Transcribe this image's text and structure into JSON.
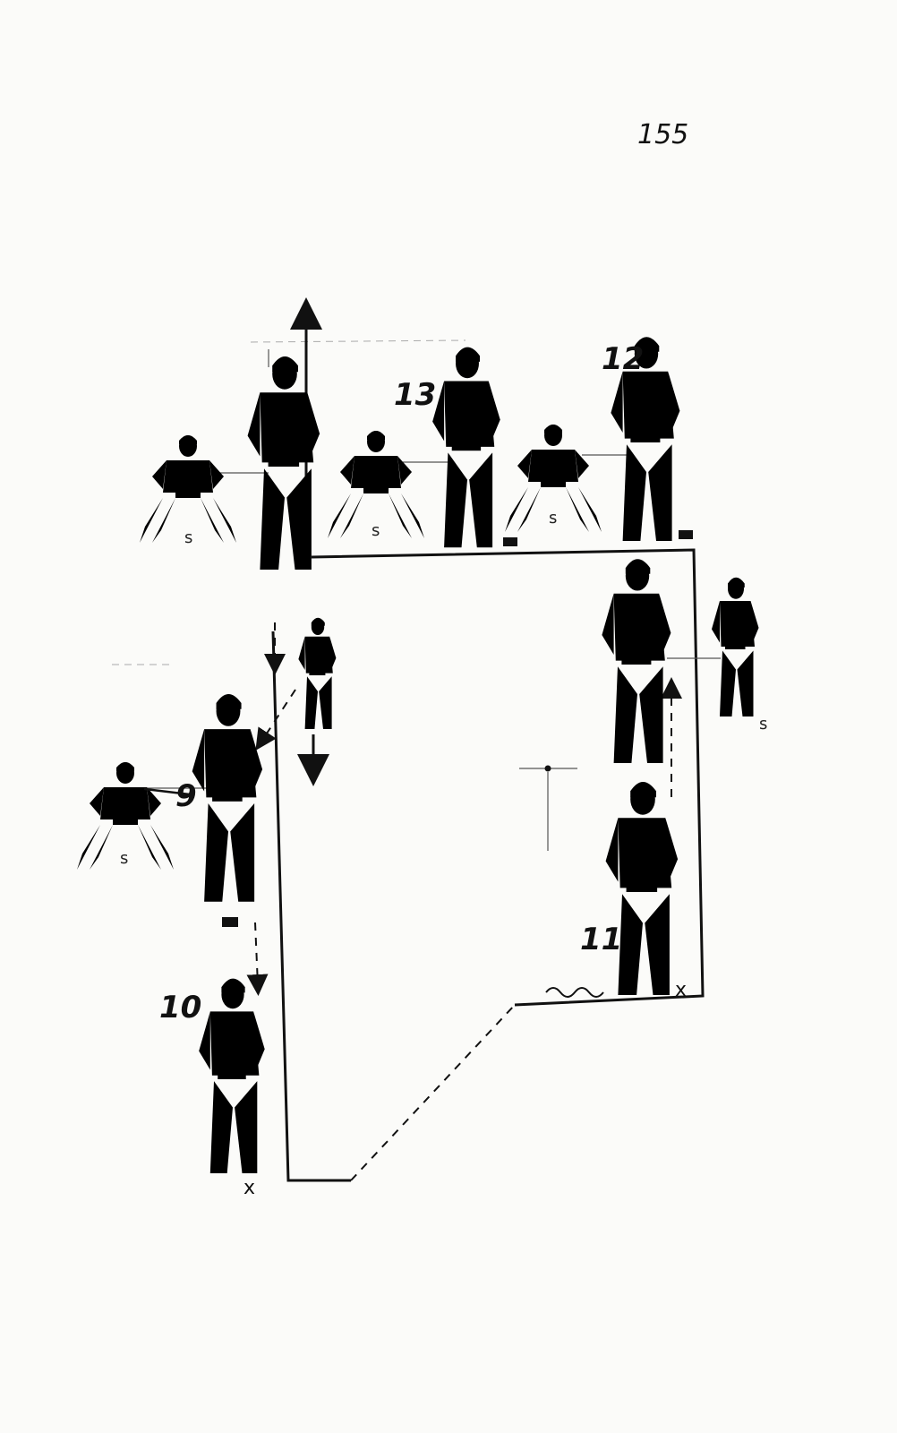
{
  "page_number": "155",
  "steps": [
    {
      "id": "9",
      "label": "9"
    },
    {
      "id": "10",
      "label": "10"
    },
    {
      "id": "11",
      "label": "11"
    },
    {
      "id": "12",
      "label": "12"
    },
    {
      "id": "13",
      "label": "13"
    }
  ],
  "stance_labels": [
    "s",
    "s",
    "s",
    "s",
    "s"
  ],
  "foot_marks": [
    "x",
    "x"
  ],
  "icons": {
    "position_square": "filled-square-marker",
    "position_dot": "filled-dot-marker",
    "direction_arrow": "arrow-icon"
  },
  "colors": {
    "ink": "#111111",
    "paper": "#fbfbf9"
  }
}
